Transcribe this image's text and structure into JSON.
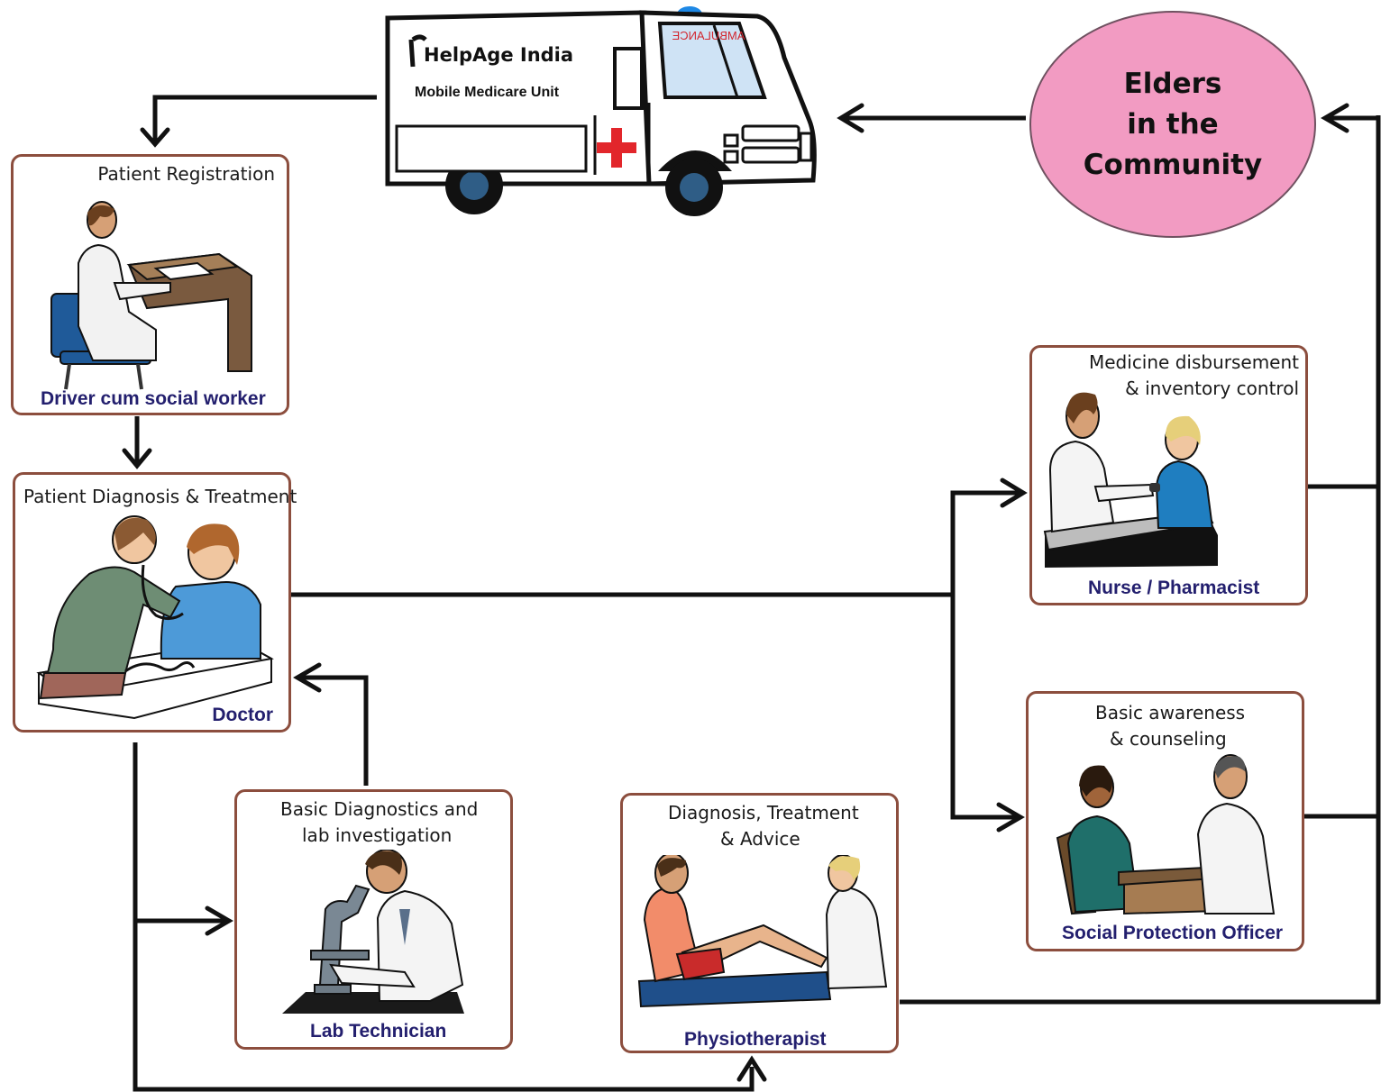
{
  "van": {
    "brand": "HelpAge India",
    "unit": "Mobile Medicare Unit",
    "windshield_text": "AMBULANCE"
  },
  "elders": {
    "label": "Elders\nin the\nCommunity"
  },
  "nodes": {
    "registration": {
      "title": "Patient Registration",
      "role": "Driver cum social worker"
    },
    "diagnosis": {
      "title": "Patient Diagnosis & Treatment",
      "role": "Doctor"
    },
    "lab": {
      "title_line1": "Basic Diagnostics and",
      "title_line2": "lab investigation",
      "role": "Lab Technician"
    },
    "physio": {
      "title_line1": "Diagnosis, Treatment",
      "title_line2": "& Advice",
      "role": "Physiotherapist"
    },
    "medicine": {
      "title_line1": "Medicine disbursement",
      "title_line2": "& inventory control",
      "role": "Nurse / Pharmacist"
    },
    "counseling": {
      "title_line1": "Basic awareness",
      "title_line2": "& counseling",
      "role": "Social Protection Officer"
    }
  },
  "colors": {
    "box_border": "#8c4e3e",
    "role_text": "#231f6e",
    "elders_fill": "#f29bc2",
    "connector": "#111111",
    "red_cross": "#e2262b"
  }
}
